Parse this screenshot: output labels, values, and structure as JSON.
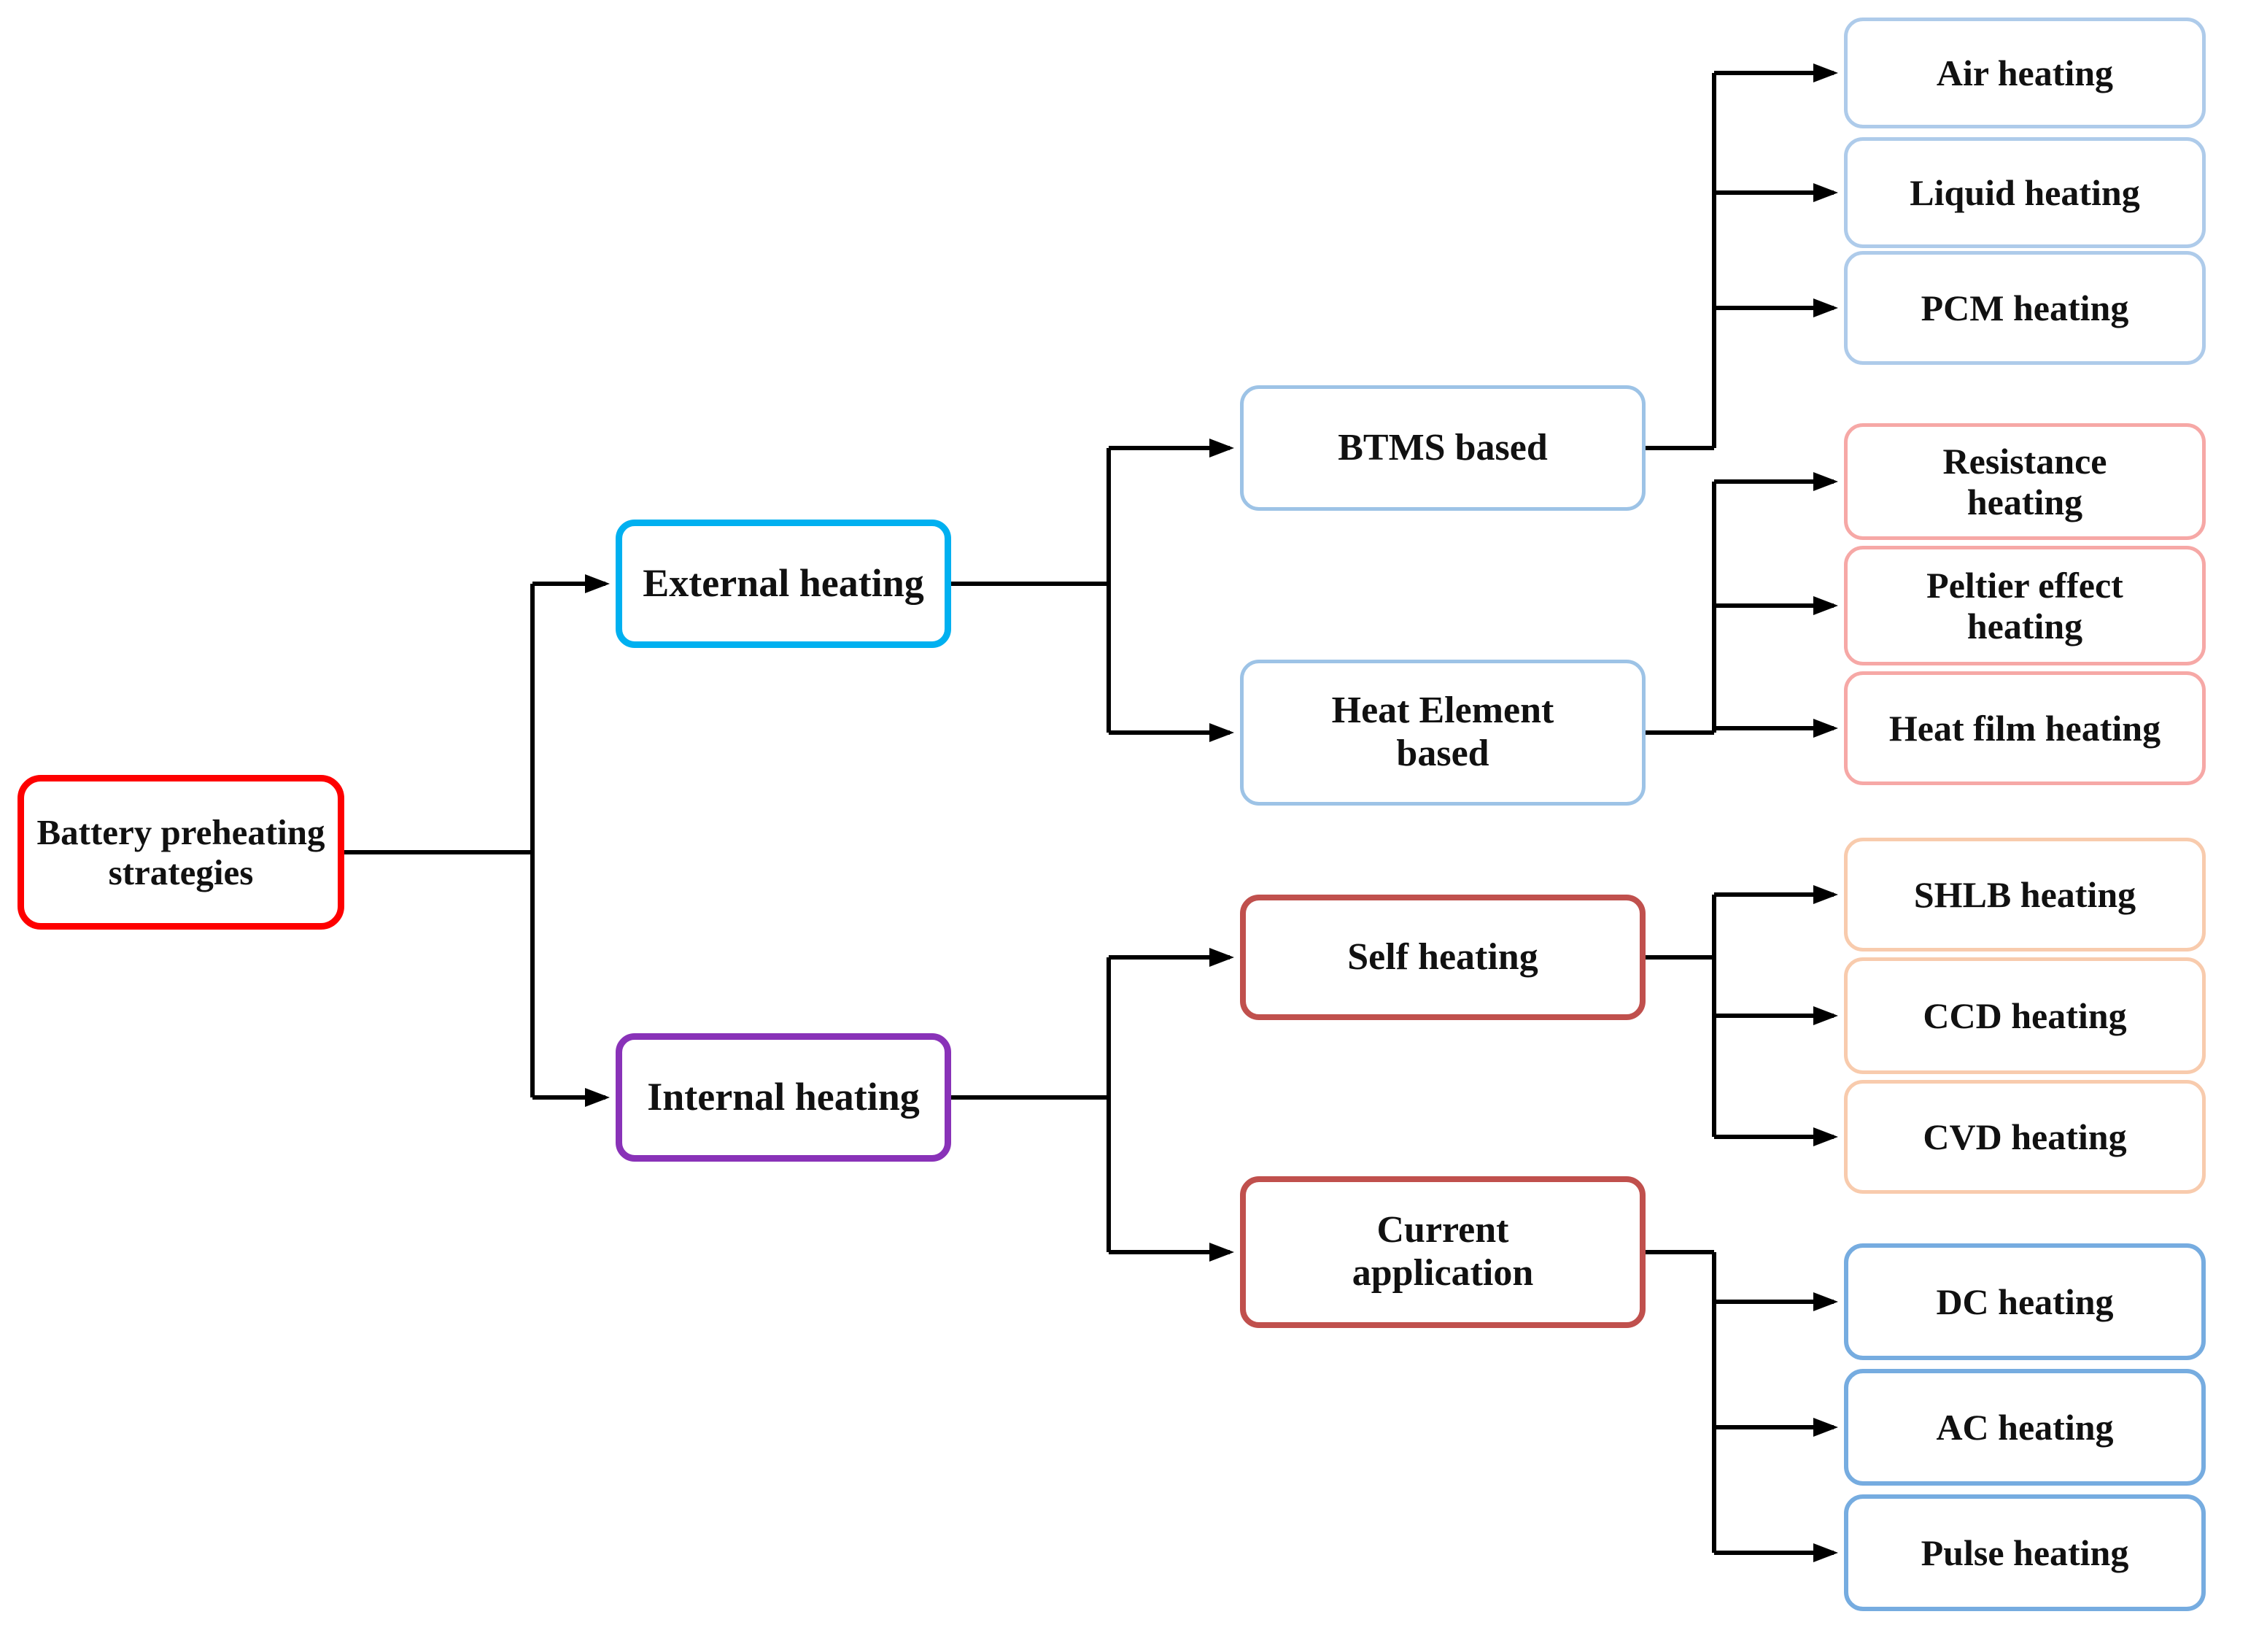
{
  "figure": {
    "type": "tree-diagram",
    "title": "Battery preheating strategies",
    "connector_color": "#000000",
    "background_color": "#ffffff"
  },
  "nodes": {
    "root": {
      "label": "Battery preheating strategies",
      "border_color": "#FE0000",
      "children": [
        "external",
        "internal"
      ]
    },
    "external": {
      "label": "External heating",
      "border_color": "#00B0F0",
      "children": [
        "btms",
        "heatelem"
      ]
    },
    "internal": {
      "label": "Internal heating",
      "border_color": "#8932B8",
      "children": [
        "self",
        "current"
      ]
    },
    "btms": {
      "label": "BTMS based",
      "border_color": "#9DC3E6",
      "children": [
        "air",
        "liquid",
        "pcm"
      ]
    },
    "heatelem": {
      "label": "Heat Element based",
      "border_color": "#9DC3E6",
      "children": [
        "resistance",
        "peltier",
        "heatfilm"
      ]
    },
    "self": {
      "label": "Self heating",
      "border_color": "#C0504D",
      "children": [
        "shlb",
        "ccd",
        "cvd"
      ]
    },
    "current": {
      "label": "Current application",
      "border_color": "#C0504D",
      "children": [
        "dc",
        "ac",
        "pulse"
      ]
    },
    "air": {
      "label": "Air heating",
      "border_color": "#AECBEA"
    },
    "liquid": {
      "label": "Liquid heating",
      "border_color": "#AECBEA"
    },
    "pcm": {
      "label": "PCM heating",
      "border_color": "#AECBEA"
    },
    "resistance": {
      "label": "Resistance heating",
      "border_color": "#F6A8A6"
    },
    "peltier": {
      "label": "Peltier effect heating",
      "border_color": "#F6A8A6"
    },
    "heatfilm": {
      "label": "Heat film heating",
      "border_color": "#F6A8A6"
    },
    "shlb": {
      "label": "SHLB heating",
      "border_color": "#F8CBAD"
    },
    "ccd": {
      "label": "CCD heating",
      "border_color": "#F8CBAD"
    },
    "cvd": {
      "label": "CVD heating",
      "border_color": "#F8CBAD"
    },
    "dc": {
      "label": "DC heating",
      "border_color": "#76ACE0"
    },
    "ac": {
      "label": "AC heating",
      "border_color": "#76ACE0"
    },
    "pulse": {
      "label": "Pulse heating",
      "border_color": "#76ACE0"
    }
  }
}
